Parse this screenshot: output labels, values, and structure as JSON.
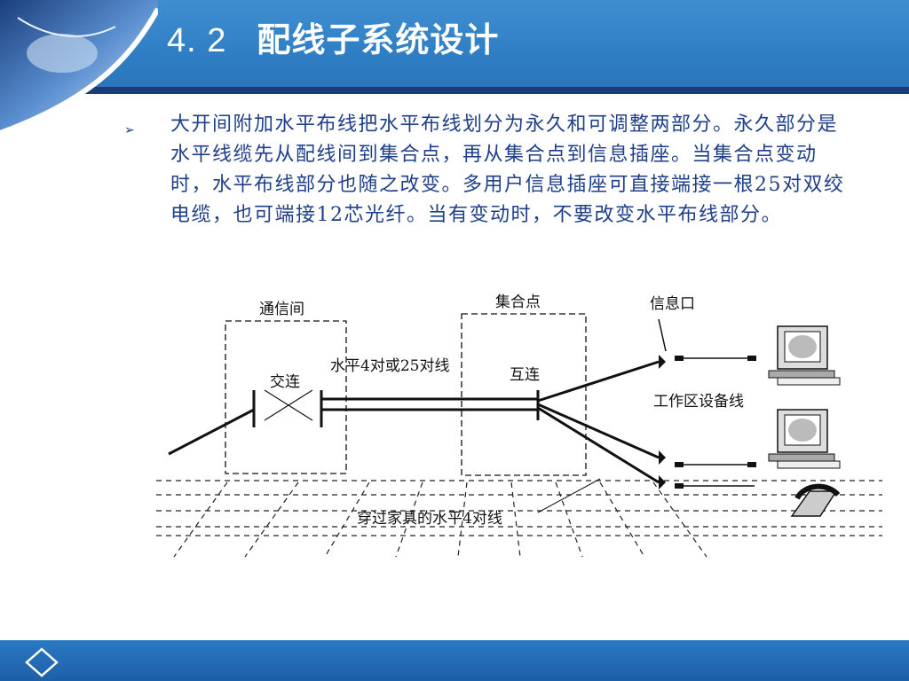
{
  "slide": {
    "section_number": "4. 2",
    "title": "配线子系统设计",
    "bullet_symbol": "➢",
    "body": "大开间附加水平布线把水平布线划分为永久和可调整两部分。永久部分是水平线缆先从配线间到集合点，再从集合点到信息插座。当集合点变动时，水平布线部分也随之改变。多用户信息插座可直接端接一根25对双绞电缆，也可端接12芯光纤。当有变动时，不要改变水平布线部分。"
  },
  "diagram": {
    "labels": {
      "telecom_room": "通信间",
      "cross_connect": "交连",
      "horizontal_cable": "水平4对或25对线",
      "consolidation_point": "集合点",
      "interconnect": "互连",
      "info_outlet": "信息口",
      "work_area_cord": "工作区设备线",
      "furniture_cable": "穿过家具的水平4对线"
    }
  },
  "colors": {
    "header_blue": "#2f7ec4",
    "header_dark": "#1a3d7a",
    "text_blue": "#1f3f88",
    "footer_blue": "#1d5fa8"
  }
}
